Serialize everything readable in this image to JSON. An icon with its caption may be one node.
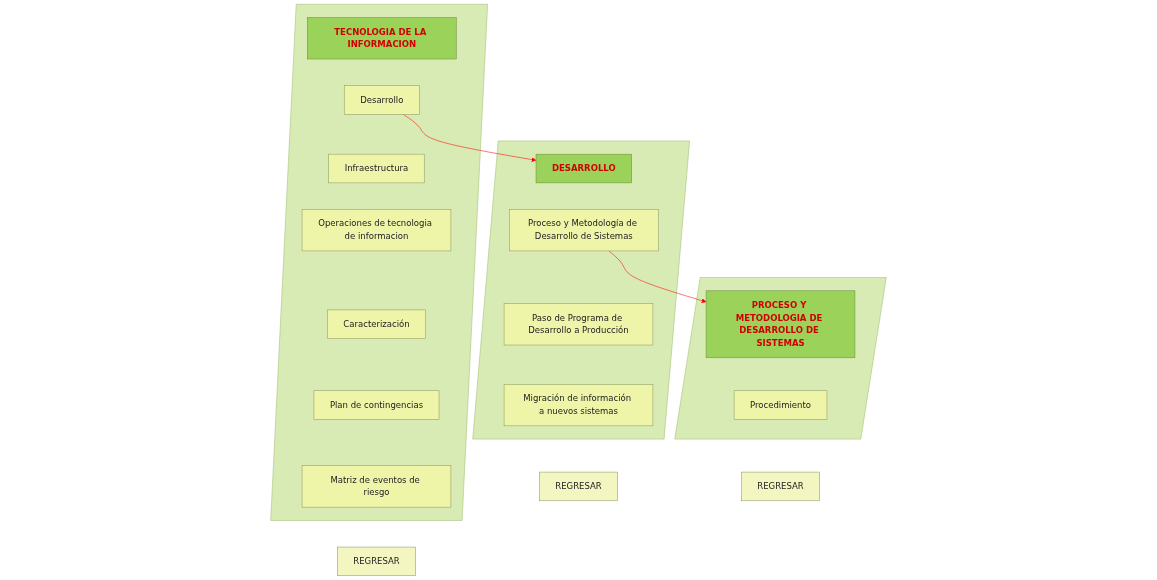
{
  "diagram": {
    "nodes": [
      {
        "text": [],
        "shape": "parallelogram"
      },
      {
        "text": [
          "TECNOLOGIA DE LA INFORMACION"
        ],
        "in": 0
      },
      {
        "text": [
          "Desarrollo"
        ],
        "in": 0
      },
      {
        "text": [
          "Infraestructura"
        ],
        "in": 0
      },
      {
        "text": [
          "Operaciones de tecnologia de informacion"
        ],
        "in": 0
      },
      {
        "text": [
          "Caracterización"
        ],
        "in": 0
      },
      {
        "text": [
          "Plan de contingencias"
        ],
        "in": 0
      },
      {
        "text": [
          "Matriz de eventos de riesgo"
        ],
        "in": 0
      },
      {
        "text": [],
        "shape": "parallelogram"
      },
      {
        "text": [
          "DESARROLLO"
        ],
        "in": 8
      },
      {
        "text": [
          "Proceso y Metodología de Desarrollo de Sistemas"
        ],
        "in": 8
      },
      {
        "text": [
          "Paso de Programa de Desarrollo a Producción"
        ],
        "in": 8
      },
      {
        "text": [
          "Migración de información a nuevos sistemas"
        ],
        "in": 8
      },
      {
        "text": [],
        "shape": "parallelogram"
      },
      {
        "text": [
          "PROCESO Y METODOLOGIA DE DESARROLLO DE SISTEMAS"
        ],
        "in": 13
      },
      {
        "text": [
          "Procedimiento"
        ],
        "in": 13
      },
      {
        "text": [
          "REGRESAR"
        ]
      },
      {
        "text": [
          "REGRESAR"
        ]
      },
      {
        "text": [
          "REGRESAR"
        ]
      }
    ],
    "edges": [
      {
        "from": 2,
        "to": 9,
        "arrow": "to",
        "color": "#ff0000"
      },
      {
        "from": 10,
        "to": 14,
        "arrow": "to",
        "color": "#ff0000"
      }
    ]
  }
}
